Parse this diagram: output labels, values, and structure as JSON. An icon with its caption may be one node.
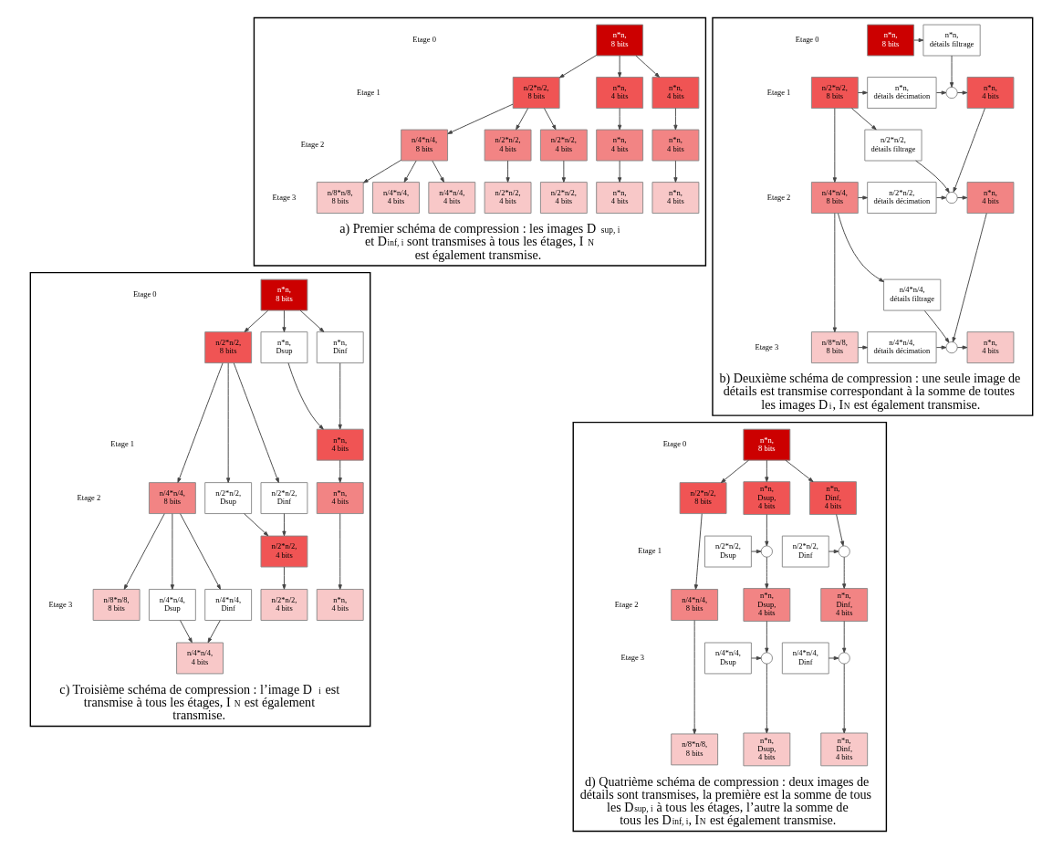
{
  "diagram": {
    "nodes": [
      {
        "text": [
          "a) Premier schéma de compression : les images D$_{sup, i}$ et D$_{inf, i}$ sont transmises à tous les étages, I$_{N}$ est également transmise."
        ]
      },
      {
        "text": [
          "n*n, 8 bits"
        ],
        "in": 0
      },
      {
        "text": [
          "n/2*n/2, 8 bits"
        ],
        "in": 0
      },
      {
        "text": [
          "n*n, 4 bits"
        ],
        "in": 0
      },
      {
        "text": [
          "n*n, 4 bits"
        ],
        "in": 0
      },
      {
        "text": [
          "n/4*n/4, 8 bits"
        ],
        "in": 0
      },
      {
        "text": [
          "n/2*n/2, 4 bits"
        ],
        "in": 0
      },
      {
        "text": [
          "n/2*n/2, 4 bits"
        ],
        "in": 0
      },
      {
        "text": [
          "n*n, 4 bits"
        ],
        "in": 0
      },
      {
        "text": [
          "n*n, 4 bits"
        ],
        "in": 0
      },
      {
        "text": [
          "n/8*n/8, 8 bits"
        ],
        "in": 0
      },
      {
        "text": [
          "n/4*n/4, 4 bits"
        ],
        "in": 0
      },
      {
        "text": [
          "n/4*n/4, 4 bits"
        ],
        "in": 0
      },
      {
        "text": [
          "n/2*n/2, 4 bits"
        ],
        "in": 0
      },
      {
        "text": [
          "n/2*n/2, 4 bits"
        ],
        "in": 0
      },
      {
        "text": [
          "n*n, 4 bits"
        ],
        "in": 0
      },
      {
        "text": [
          "n*n, 4 bits"
        ],
        "in": 0
      },
      {
        "text": [
          "b) Deuxième schéma de compression : une seule image de détails est transmise correspondant à la somme de toutes les images D$_{i}$, I$_{N}$ est également transmise."
        ]
      },
      {
        "text": [
          "n*n, 8 bits"
        ],
        "in": 17
      },
      {
        "text": [
          "n*n, détails filtrage"
        ],
        "in": 17
      },
      {
        "text": [
          "n/2*n/2, 8 bits"
        ],
        "in": 17
      },
      {
        "text": [
          "n*n, détails décimation"
        ],
        "in": 17
      },
      {
        "text": [],
        "shape": "circle",
        "in": 17
      },
      {
        "text": [
          "n*n, 4 bits"
        ],
        "in": 17
      },
      {
        "text": [
          "n/2*n/2, détails filtrage"
        ],
        "in": 17
      },
      {
        "text": [
          "n/4*n/4, 8 bits"
        ],
        "in": 17
      },
      {
        "text": [
          "n/2*n/2, détails décimation"
        ],
        "in": 17
      },
      {
        "text": [],
        "shape": "circle",
        "in": 17
      },
      {
        "text": [
          "n*n, 4 bits"
        ],
        "in": 17
      },
      {
        "text": [
          "n/4*n/4, détails filtrage"
        ],
        "in": 17
      },
      {
        "text": [
          "n/8*n/8, 8 bits"
        ],
        "in": 17
      },
      {
        "text": [
          "n/4*n/4, détails décimation"
        ],
        "in": 17
      },
      {
        "text": [],
        "shape": "circle",
        "in": 17
      },
      {
        "text": [
          "n*n, 4 bits"
        ],
        "in": 17
      },
      {
        "text": [
          "c) Troisième schéma de compression : l’image D$_{i}$ est transmise à tous les étages, I$_{N}$ est également transmise."
        ]
      },
      {
        "text": [
          "n*n, 8 bits"
        ],
        "in": 34
      },
      {
        "text": [
          "n/2*n/2, 8 bits"
        ],
        "in": 34
      },
      {
        "text": [
          "n*n, Dsup"
        ],
        "in": 34
      },
      {
        "text": [
          "n*n, Dinf"
        ],
        "in": 34
      },
      {
        "text": [
          "n*n, 4 bits"
        ],
        "in": 34
      },
      {
        "text": [
          "n/4*n/4, 8 bits"
        ],
        "in": 34
      },
      {
        "text": [
          "n/2*n/2, Dsup"
        ],
        "in": 34
      },
      {
        "text": [
          "n/2*n/2, Dinf"
        ],
        "in": 34
      },
      {
        "text": [
          "n*n, 4 bits"
        ],
        "in": 34
      },
      {
        "text": [
          "n/2*n/2, 4 bits"
        ],
        "in": 34
      },
      {
        "text": [
          "n/8*n/8, 8 bits"
        ],
        "in": 34
      },
      {
        "text": [
          "n/4*n/4, Dsup"
        ],
        "in": 34
      },
      {
        "text": [
          "n/4*n/4, Dinf"
        ],
        "in": 34
      },
      {
        "text": [
          "n/2*n/2, 4 bits"
        ],
        "in": 34
      },
      {
        "text": [
          "n*n, 4 bits"
        ],
        "in": 34
      },
      {
        "text": [
          "n/4*n/4, 4 bits"
        ],
        "in": 34
      },
      {
        "text": [
          "d) Quatrième schéma de compression : deux images de détails sont transmises, la première est la somme de tous les D$_{sup, i}$ à tous les étages, l’autre la somme de tous les D$_{inf, i}$, I$_{N}$ est également transmise."
        ]
      },
      {
        "text": [
          "n*n, 8 bits"
        ],
        "in": 51
      },
      {
        "text": [
          "n/2*n/2, 8 bits"
        ],
        "in": 51
      },
      {
        "text": [
          "n*n, Dsup, 4 bits"
        ],
        "in": 51
      },
      {
        "text": [
          "n*n, Dinf, 4 bits"
        ],
        "in": 51
      },
      {
        "text": [
          "n/2*n/2, Dsup"
        ],
        "in": 51
      },
      {
        "text": [],
        "shape": "circle",
        "in": 51
      },
      {
        "text": [
          "n/2*n/2, Dinf"
        ],
        "in": 51
      },
      {
        "text": [],
        "shape": "circle",
        "in": 51
      },
      {
        "text": [
          "n/4*n/4, 8 bits"
        ],
        "in": 51
      },
      {
        "text": [
          "n*n, Dsup, 4 bits"
        ],
        "in": 51
      },
      {
        "text": [
          "n*n, Dinf, 4 bits"
        ],
        "in": 51
      },
      {
        "text": [
          "n/4*n/4, Dsup"
        ],
        "in": 51
      },
      {
        "text": [],
        "shape": "circle",
        "in": 51
      },
      {
        "text": [
          "n/4*n/4, Dinf"
        ],
        "in": 51
      },
      {
        "text": [],
        "shape": "circle",
        "in": 51
      },
      {
        "text": [
          "n/8*n/8, 8 bits"
        ],
        "in": 51
      },
      {
        "text": [
          "n*n, Dsup, 4 bits"
        ],
        "in": 51
      },
      {
        "text": [
          "n*n, Dinf, 4 bits"
        ],
        "in": 51
      }
    ],
    "edges": [
      {
        "from": 1,
        "to": 2,
        "arrow": "to"
      },
      {
        "from": 1,
        "to": 3,
        "arrow": "to"
      },
      {
        "from": 1,
        "to": 4,
        "arrow": "to"
      },
      {
        "from": 2,
        "to": 5,
        "arrow": "to"
      },
      {
        "from": 2,
        "to": 6,
        "arrow": "to"
      },
      {
        "from": 2,
        "to": 7,
        "arrow": "to"
      },
      {
        "from": 3,
        "to": 8,
        "arrow": "to"
      },
      {
        "from": 4,
        "to": 9,
        "arrow": "to"
      },
      {
        "from": 5,
        "to": 10,
        "arrow": "to"
      },
      {
        "from": 5,
        "to": 11,
        "arrow": "to"
      },
      {
        "from": 5,
        "to": 12,
        "arrow": "to"
      },
      {
        "from": 6,
        "to": 13,
        "arrow": "to"
      },
      {
        "from": 7,
        "to": 14,
        "arrow": "to"
      },
      {
        "from": 8,
        "to": 15,
        "arrow": "to"
      },
      {
        "from": 9,
        "to": 16,
        "arrow": "to"
      },
      {
        "from": 18,
        "to": 19,
        "arrow": "to"
      },
      {
        "from": 19,
        "to": 22,
        "arrow": "to"
      },
      {
        "from": 20,
        "to": 21,
        "arrow": "to"
      },
      {
        "from": 21,
        "to": 22,
        "arrow": "to"
      },
      {
        "from": 22,
        "to": 23,
        "arrow": "to"
      },
      {
        "from": 20,
        "to": 24,
        "arrow": "to"
      },
      {
        "from": 20,
        "to": 25,
        "arrow": "to"
      },
      {
        "from": 23,
        "to": 27,
        "arrow": "to"
      },
      {
        "from": 24,
        "to": 27,
        "arrow": "to"
      },
      {
        "from": 25,
        "to": 26,
        "arrow": "to"
      },
      {
        "from": 26,
        "to": 27,
        "arrow": "to"
      },
      {
        "from": 27,
        "to": 28,
        "arrow": "to"
      },
      {
        "from": 25,
        "to": 29,
        "arrow": "to"
      },
      {
        "from": 25,
        "to": 30,
        "arrow": "to"
      },
      {
        "from": 28,
        "to": 32,
        "arrow": "to"
      },
      {
        "from": 29,
        "to": 32,
        "arrow": "to"
      },
      {
        "from": 30,
        "to": 31,
        "arrow": "to"
      },
      {
        "from": 31,
        "to": 32,
        "arrow": "to"
      },
      {
        "from": 32,
        "to": 33,
        "arrow": "to"
      },
      {
        "from": 35,
        "to": 36,
        "arrow": "to"
      },
      {
        "from": 35,
        "to": 37,
        "arrow": "to"
      },
      {
        "from": 35,
        "to": 38,
        "arrow": "to"
      },
      {
        "from": 37,
        "to": 39,
        "arrow": "to"
      },
      {
        "from": 38,
        "to": 39,
        "arrow": "to"
      },
      {
        "from": 36,
        "to": 40,
        "arrow": "to"
      },
      {
        "from": 36,
        "to": 41,
        "arrow": "to"
      },
      {
        "from": 36,
        "to": 42,
        "arrow": "to"
      },
      {
        "from": 39,
        "to": 43,
        "arrow": "to"
      },
      {
        "from": 41,
        "to": 44,
        "arrow": "to"
      },
      {
        "from": 42,
        "to": 44,
        "arrow": "to"
      },
      {
        "from": 40,
        "to": 45,
        "arrow": "to"
      },
      {
        "from": 40,
        "to": 46,
        "arrow": "to"
      },
      {
        "from": 40,
        "to": 47,
        "arrow": "to"
      },
      {
        "from": 44,
        "to": 48,
        "arrow": "to"
      },
      {
        "from": 43,
        "to": 49,
        "arrow": "to"
      },
      {
        "from": 46,
        "to": 50,
        "arrow": "to"
      },
      {
        "from": 47,
        "to": 50,
        "arrow": "to"
      },
      {
        "from": 52,
        "to": 53,
        "arrow": "to"
      },
      {
        "from": 52,
        "to": 54,
        "arrow": "to"
      },
      {
        "from": 52,
        "to": 55,
        "arrow": "to"
      },
      {
        "from": 54,
        "to": 57,
        "arrow": "to"
      },
      {
        "from": 56,
        "to": 57,
        "arrow": "to"
      },
      {
        "from": 55,
        "to": 59,
        "arrow": "to"
      },
      {
        "from": 58,
        "to": 59,
        "arrow": "to"
      },
      {
        "from": 53,
        "to": 60,
        "arrow": "to"
      },
      {
        "from": 57,
        "to": 61,
        "arrow": "to"
      },
      {
        "from": 59,
        "to": 62,
        "arrow": "to"
      },
      {
        "from": 61,
        "to": 64,
        "arrow": "to"
      },
      {
        "from": 63,
        "to": 64,
        "arrow": "to"
      },
      {
        "from": 62,
        "to": 66,
        "arrow": "to"
      },
      {
        "from": 65,
        "to": 66,
        "arrow": "to"
      },
      {
        "from": 60,
        "to": 67,
        "arrow": "to"
      },
      {
        "from": 64,
        "to": 68,
        "arrow": "to"
      },
      {
        "from": 66,
        "to": 69,
        "arrow": "to"
      }
    ],
    "labels": [
      "Etage 0",
      "Etage 1",
      "Etage 2",
      "Etage 3",
      "Etage 0",
      "Etage 1",
      "Etage 2",
      "Etage 3",
      "Etage 0",
      "Etage 1",
      "Etage 2",
      "Etage 3",
      "Etage 0",
      "Etage 1",
      "Etage 2",
      "Etage 3"
    ]
  }
}
